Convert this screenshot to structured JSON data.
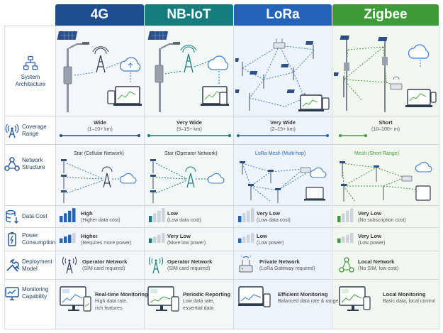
{
  "columns": [
    {
      "name": "4G",
      "color": "#1d4e8f",
      "bg": "#f1f6fc"
    },
    {
      "name": "NB-IoT",
      "color": "#177c7c",
      "bg": "#eef8f7"
    },
    {
      "name": "LoRa",
      "color": "#2363b8",
      "bg": "#edf3fb"
    },
    {
      "name": "Zigbee",
      "color": "#3f9a3a",
      "bg": "#f0f8ee"
    }
  ],
  "rows": {
    "architecture": {
      "label": [
        "System",
        "Architecture"
      ]
    },
    "coverage": {
      "label": [
        "Coverage",
        "Range"
      ],
      "cells": [
        {
          "title": "Wide",
          "sub": "(1–10+ km)"
        },
        {
          "title": "Very Wide",
          "sub": "(5–15+ km)"
        },
        {
          "title": "Very Wide",
          "sub": "(2–15+ km)"
        },
        {
          "title": "Short",
          "sub": "(10–100+ m)"
        }
      ]
    },
    "network": {
      "label": [
        "Network",
        "Structure"
      ],
      "cells": [
        {
          "title": "Star (Cellular Network)"
        },
        {
          "title": "Star (Operator Network)"
        },
        {
          "title": "LoRa Mesh (Multi-hop)"
        },
        {
          "title": "Mesh (Short Range)"
        }
      ]
    },
    "datacost": {
      "label": [
        "Data Cost"
      ],
      "cells": [
        {
          "title": "High",
          "sub": "(Higher data cost)",
          "level": 4
        },
        {
          "title": "Low",
          "sub": "(Low data cost)",
          "level": 1
        },
        {
          "title": "Very Low",
          "sub": "(Low data cost)",
          "level": 1
        },
        {
          "title": "Very Low",
          "sub": "(No subscription cost)",
          "level": 1
        }
      ]
    },
    "power": {
      "label": [
        "Power",
        "Consumption"
      ],
      "cells": [
        {
          "title": "Higher",
          "sub": "(Requires more power)",
          "level": 3
        },
        {
          "title": "Very Low",
          "sub": "(More low power)",
          "level": 1
        },
        {
          "title": "Low",
          "sub": "(Low power)",
          "level": 1
        },
        {
          "title": "Very Low",
          "sub": "(Low power)",
          "level": 1
        }
      ]
    },
    "deployment": {
      "label": [
        "Deployment",
        "Model"
      ],
      "cells": [
        {
          "title": "Operator Network",
          "sub": "(SIM card required)"
        },
        {
          "title": "Operator Network",
          "sub": "(SIM card required)"
        },
        {
          "title": "Private Network",
          "sub": "(LoRa Gateway required)"
        },
        {
          "title": "Local Network",
          "sub": "(No SIM, low cost)"
        }
      ]
    },
    "monitoring": {
      "label": [
        "Monitoring",
        "Capability"
      ],
      "cells": [
        {
          "title": "Real-time Monitoring",
          "sub": "High data rate,",
          "sub2": "rich features"
        },
        {
          "title": "Periodic Reporting",
          "sub": "Low data rate,",
          "sub2": "essential data"
        },
        {
          "title": "Efficient Monitoring",
          "sub": "Balanced data rate & range"
        },
        {
          "title": "Local Monitoring",
          "sub": "Basic data, local control"
        }
      ]
    }
  }
}
